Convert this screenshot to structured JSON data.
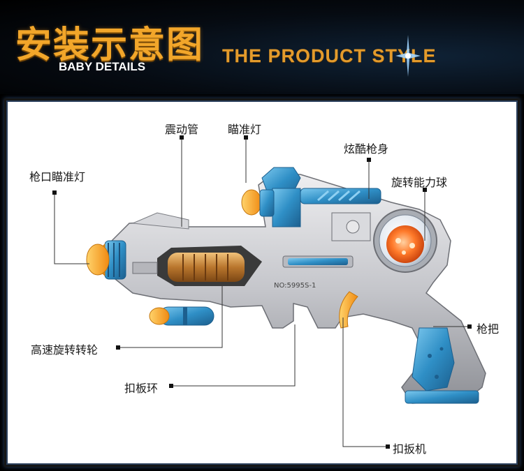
{
  "header": {
    "main_title": "安装示意图",
    "subtitle": "BABY DETAILS",
    "english_title": "THE PRODUCT STYLE"
  },
  "labels": {
    "muzzle_light": "枪口瞄准灯",
    "vibration_tube": "震动管",
    "sight_light": "瞄准灯",
    "body": "炫酷枪身",
    "energy_ball": "旋转能力球",
    "wheel": "高速旋转转轮",
    "trigger_ring": "扣板环",
    "grip": "枪把",
    "trigger": "扣扳机"
  },
  "model_number": "NO:5995S-1",
  "colors": {
    "title_orange": "#f2a62a",
    "gun_silver": "#c9c9cd",
    "gun_blue": "#3c9ad0",
    "gun_orange": "#f7a21f",
    "gold": "#c58a3a"
  }
}
